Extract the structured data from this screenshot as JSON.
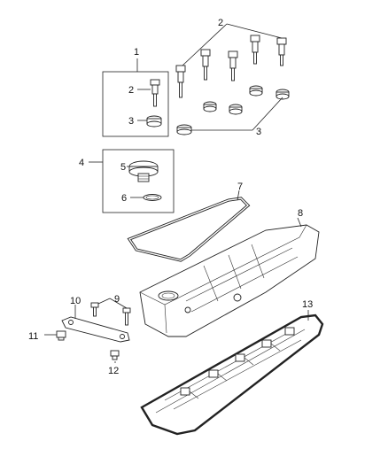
{
  "callouts": {
    "c1": "1",
    "c2a": "2",
    "c2b": "2",
    "c3a": "3",
    "c3b": "3",
    "c4": "4",
    "c5": "5",
    "c6": "6",
    "c7": "7",
    "c8": "8",
    "c9": "9",
    "c10": "10",
    "c11": "11",
    "c12": "12",
    "c13": "13"
  }
}
